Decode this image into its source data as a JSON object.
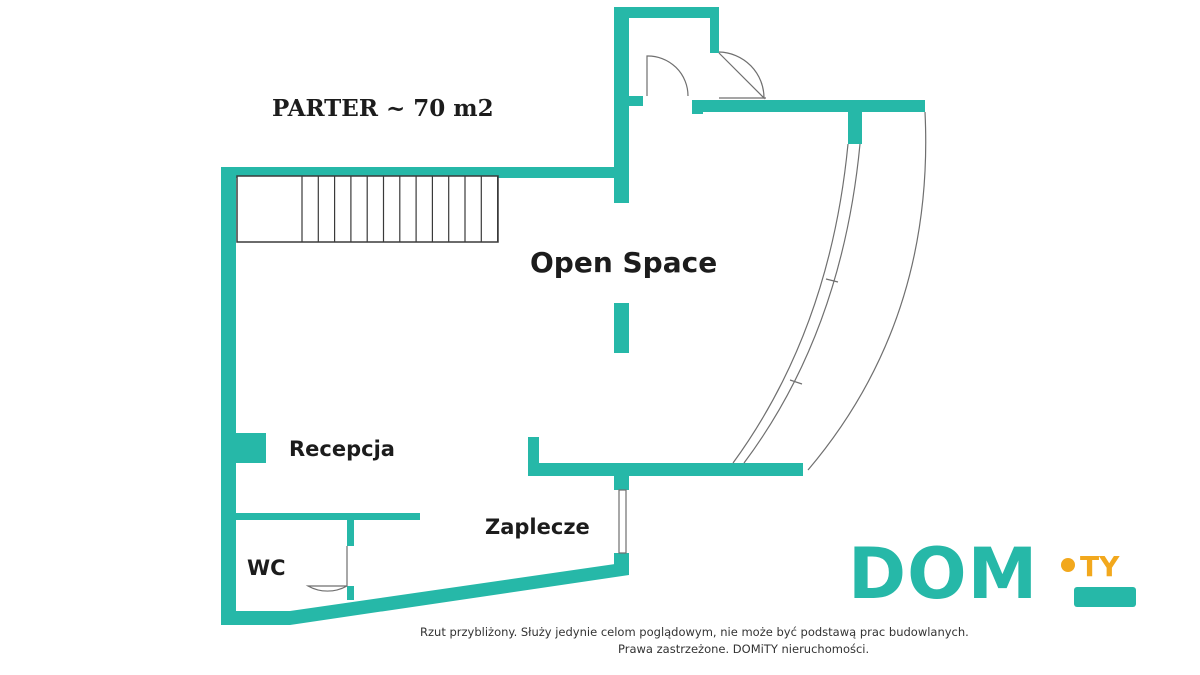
{
  "plan": {
    "title": "PARTER ~ 70 m2",
    "rooms": {
      "open_space": "Open Space",
      "recepcja": "Recepcja",
      "zaplecze": "Zaplecze",
      "wc": "WC"
    }
  },
  "logo": {
    "main": "DOM",
    "sub": "TY"
  },
  "footer": {
    "line1": "Rzut przybliżony. Służy jedynie celom poglądowym, nie może być podstawą prac budowlanych.",
    "line2": "Prawa zastrzeżone. DOMiTY nieruchomości."
  },
  "colors": {
    "wall": "#26b8a8",
    "accent": "#f2a81d",
    "text": "#1c1c1c"
  }
}
